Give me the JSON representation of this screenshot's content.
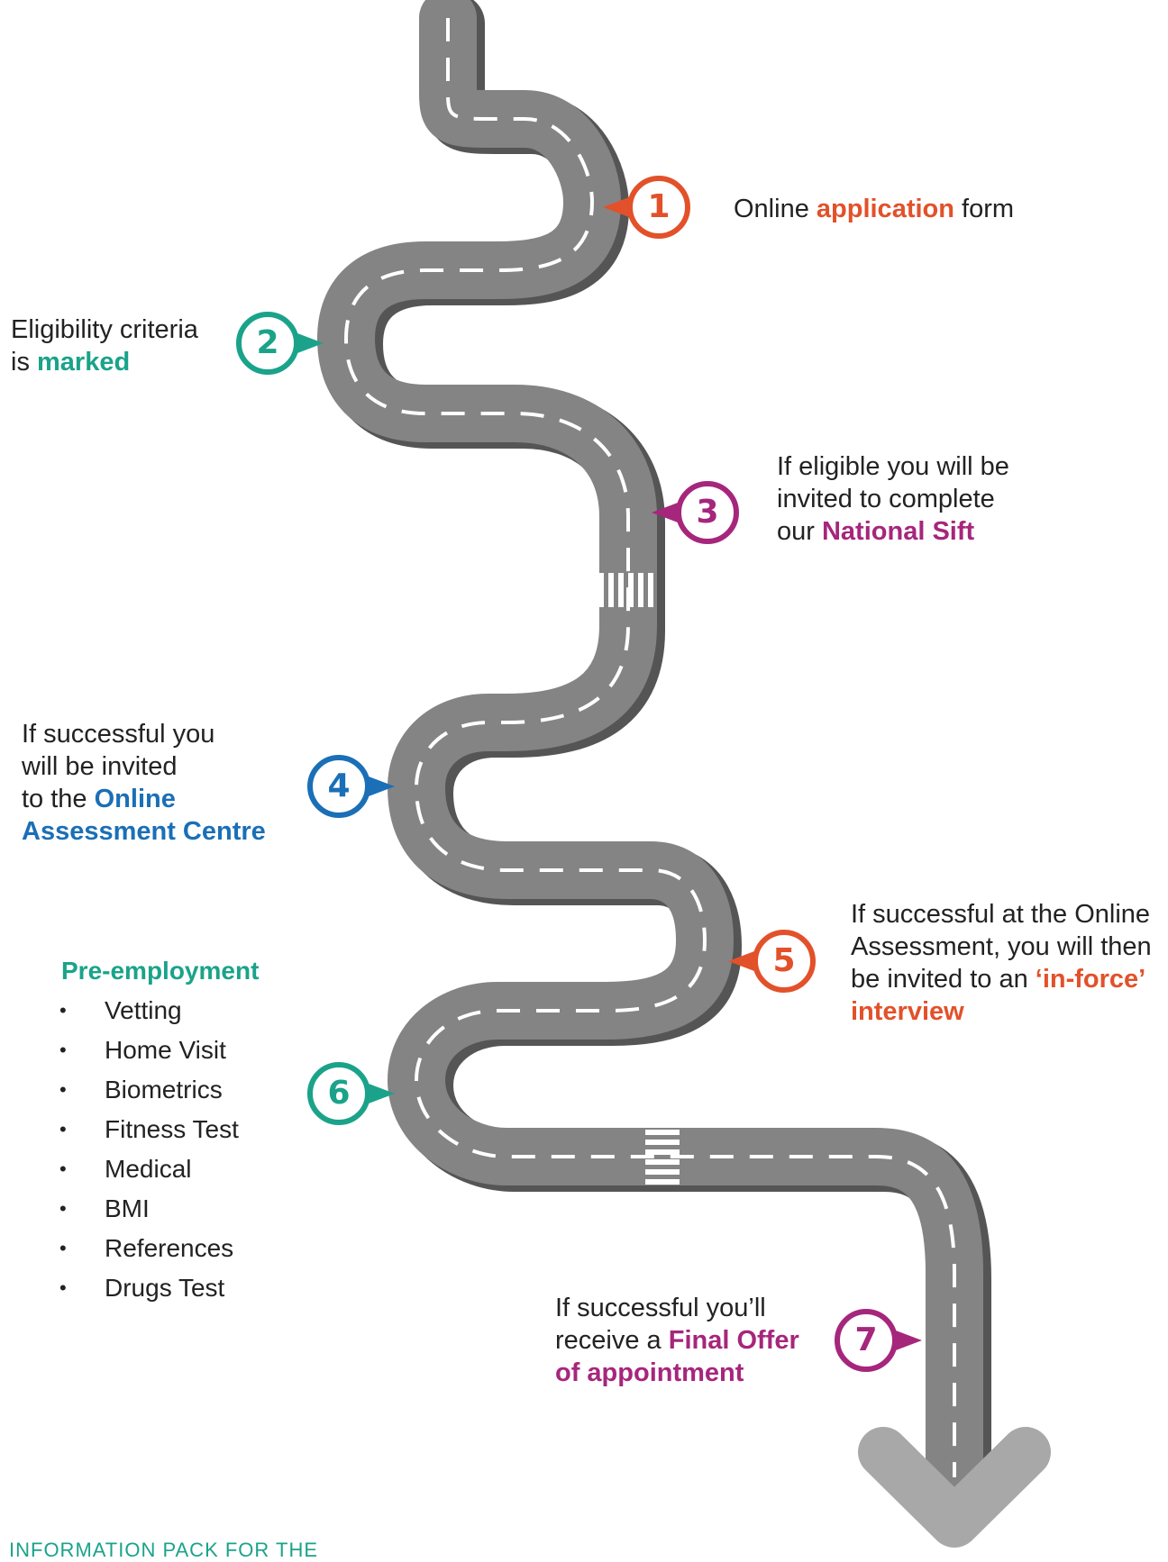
{
  "colors": {
    "road": "#848484",
    "road_shadow": "#555555",
    "road_edge": "#a3a3a3",
    "lane": "#ffffff",
    "arrow": "#a8a8a8",
    "orange": "#e2512a",
    "teal": "#1aa38a",
    "magenta": "#a6267c",
    "blue": "#1a6fb7"
  },
  "steps": [
    {
      "number": "1",
      "color": "orange",
      "text": [
        {
          "t": "Online "
        },
        {
          "t": "application",
          "accent": true
        },
        {
          "t": " form"
        }
      ]
    },
    {
      "number": "2",
      "color": "teal",
      "text": [
        {
          "t": "Eligibility criteria"
        },
        {
          "br": true
        },
        {
          "t": "is "
        },
        {
          "t": "marked",
          "accent": true
        }
      ]
    },
    {
      "number": "3",
      "color": "magenta",
      "text": [
        {
          "t": "If eligible you will be"
        },
        {
          "br": true
        },
        {
          "t": "invited to complete"
        },
        {
          "br": true
        },
        {
          "t": "our "
        },
        {
          "t": "National Sift",
          "accent": true
        }
      ]
    },
    {
      "number": "4",
      "color": "blue",
      "text": [
        {
          "t": "If successful you"
        },
        {
          "br": true
        },
        {
          "t": "will be invited"
        },
        {
          "br": true
        },
        {
          "t": "to the "
        },
        {
          "t": "Online",
          "accent": true
        },
        {
          "br": true
        },
        {
          "t": "Assessment Centre",
          "accent": true
        }
      ]
    },
    {
      "number": "5",
      "color": "orange",
      "text": [
        {
          "t": "If successful at the Online"
        },
        {
          "br": true
        },
        {
          "t": "Assessment, you will then"
        },
        {
          "br": true
        },
        {
          "t": "be invited to an "
        },
        {
          "t": "‘in-force’",
          "accent": true
        },
        {
          "br": true
        },
        {
          "t": "interview",
          "accent": true
        }
      ]
    },
    {
      "number": "6",
      "color": "teal",
      "text": []
    },
    {
      "number": "7",
      "color": "magenta",
      "text": [
        {
          "t": "If successful you’ll"
        },
        {
          "br": true
        },
        {
          "t": "receive a "
        },
        {
          "t": "Final Offer",
          "accent": true
        },
        {
          "br": true
        },
        {
          "t": "of appointment",
          "accent": true
        }
      ]
    }
  ],
  "pre_employment": {
    "title": "Pre-employment",
    "bullet": "•",
    "items": [
      "Vetting",
      "Home Visit",
      "Biometrics",
      "Fitness Test",
      "Medical",
      "BMI",
      "References",
      "Drugs Test"
    ]
  },
  "footer": "INFORMATION PACK FOR THE"
}
